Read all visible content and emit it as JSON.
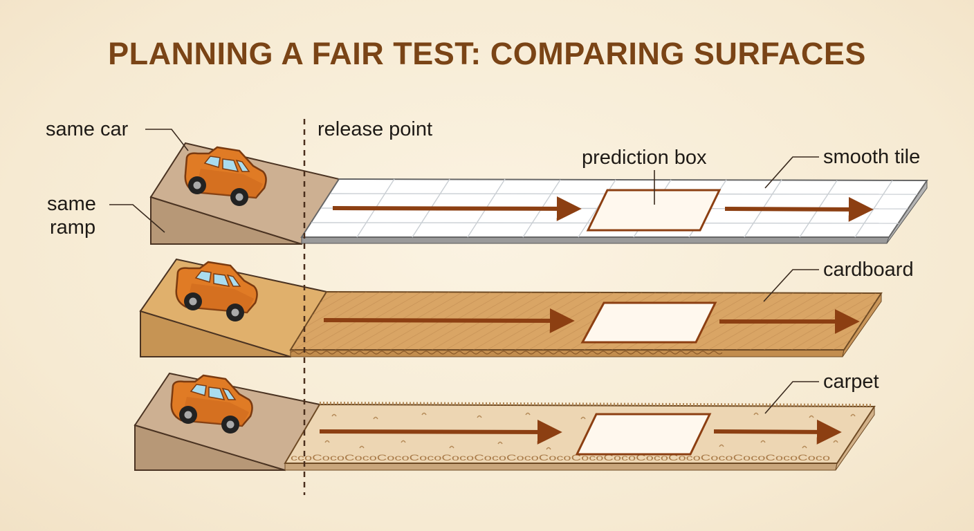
{
  "title": "PLANNING A FAIR TEST: COMPARING SURFACES",
  "labels": {
    "same_car": "same car",
    "same_ramp_1": "same",
    "same_ramp_2": "ramp",
    "release_point": "release point",
    "prediction_box": "prediction box",
    "smooth_tile": "smooth tile",
    "cardboard": "cardboard",
    "carpet": "carpet"
  },
  "colors": {
    "title": "#7a4416",
    "arrow": "#8c3f12",
    "car_body": "#e07b25",
    "tile": "#ffffff",
    "cardboard": "#d9a565",
    "carpet": "#edd6b3"
  }
}
